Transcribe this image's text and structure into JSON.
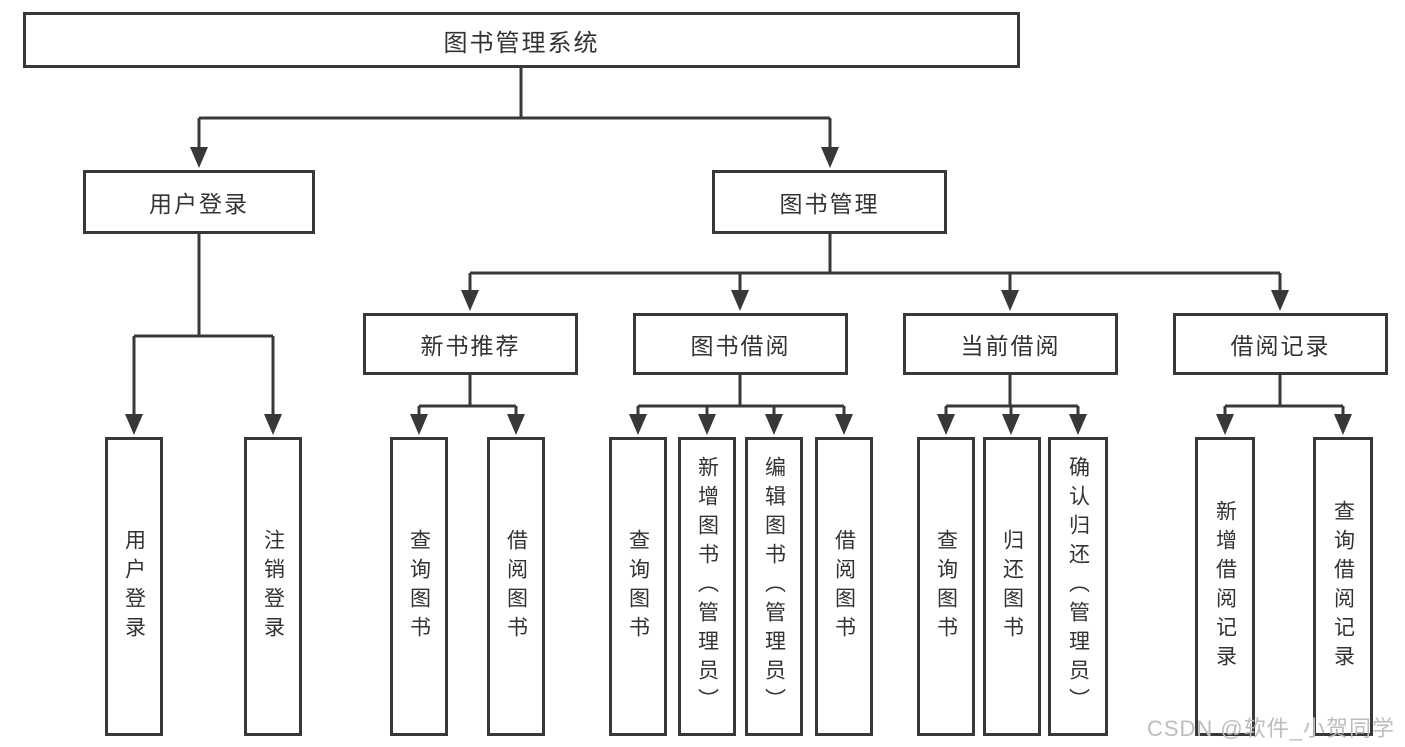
{
  "tree": {
    "root": {
      "label": "图书管理系统",
      "children": [
        {
          "label": "用户登录",
          "children": [
            {
              "label": "用户登录"
            },
            {
              "label": "注销登录"
            }
          ]
        },
        {
          "label": "图书管理",
          "children": [
            {
              "label": "新书推荐",
              "children": [
                {
                  "label": "查询图书"
                },
                {
                  "label": "借阅图书"
                }
              ]
            },
            {
              "label": "图书借阅",
              "children": [
                {
                  "label": "查询图书"
                },
                {
                  "label": "新增图书（管理员）"
                },
                {
                  "label": "编辑图书（管理员）"
                },
                {
                  "label": "借阅图书"
                }
              ]
            },
            {
              "label": "当前借阅",
              "children": [
                {
                  "label": "查询图书"
                },
                {
                  "label": "归还图书"
                },
                {
                  "label": "确认归还（管理员）"
                }
              ]
            },
            {
              "label": "借阅记录",
              "children": [
                {
                  "label": "新增借阅记录"
                },
                {
                  "label": "查询借阅记录"
                }
              ]
            }
          ]
        }
      ]
    }
  },
  "watermark": {
    "text": "CSDN @软件_小贺同学"
  },
  "colors": {
    "line": "#383838",
    "box_border": "#383838",
    "text": "#333333",
    "watermark": "#bdbdbd",
    "background": "#ffffff"
  }
}
